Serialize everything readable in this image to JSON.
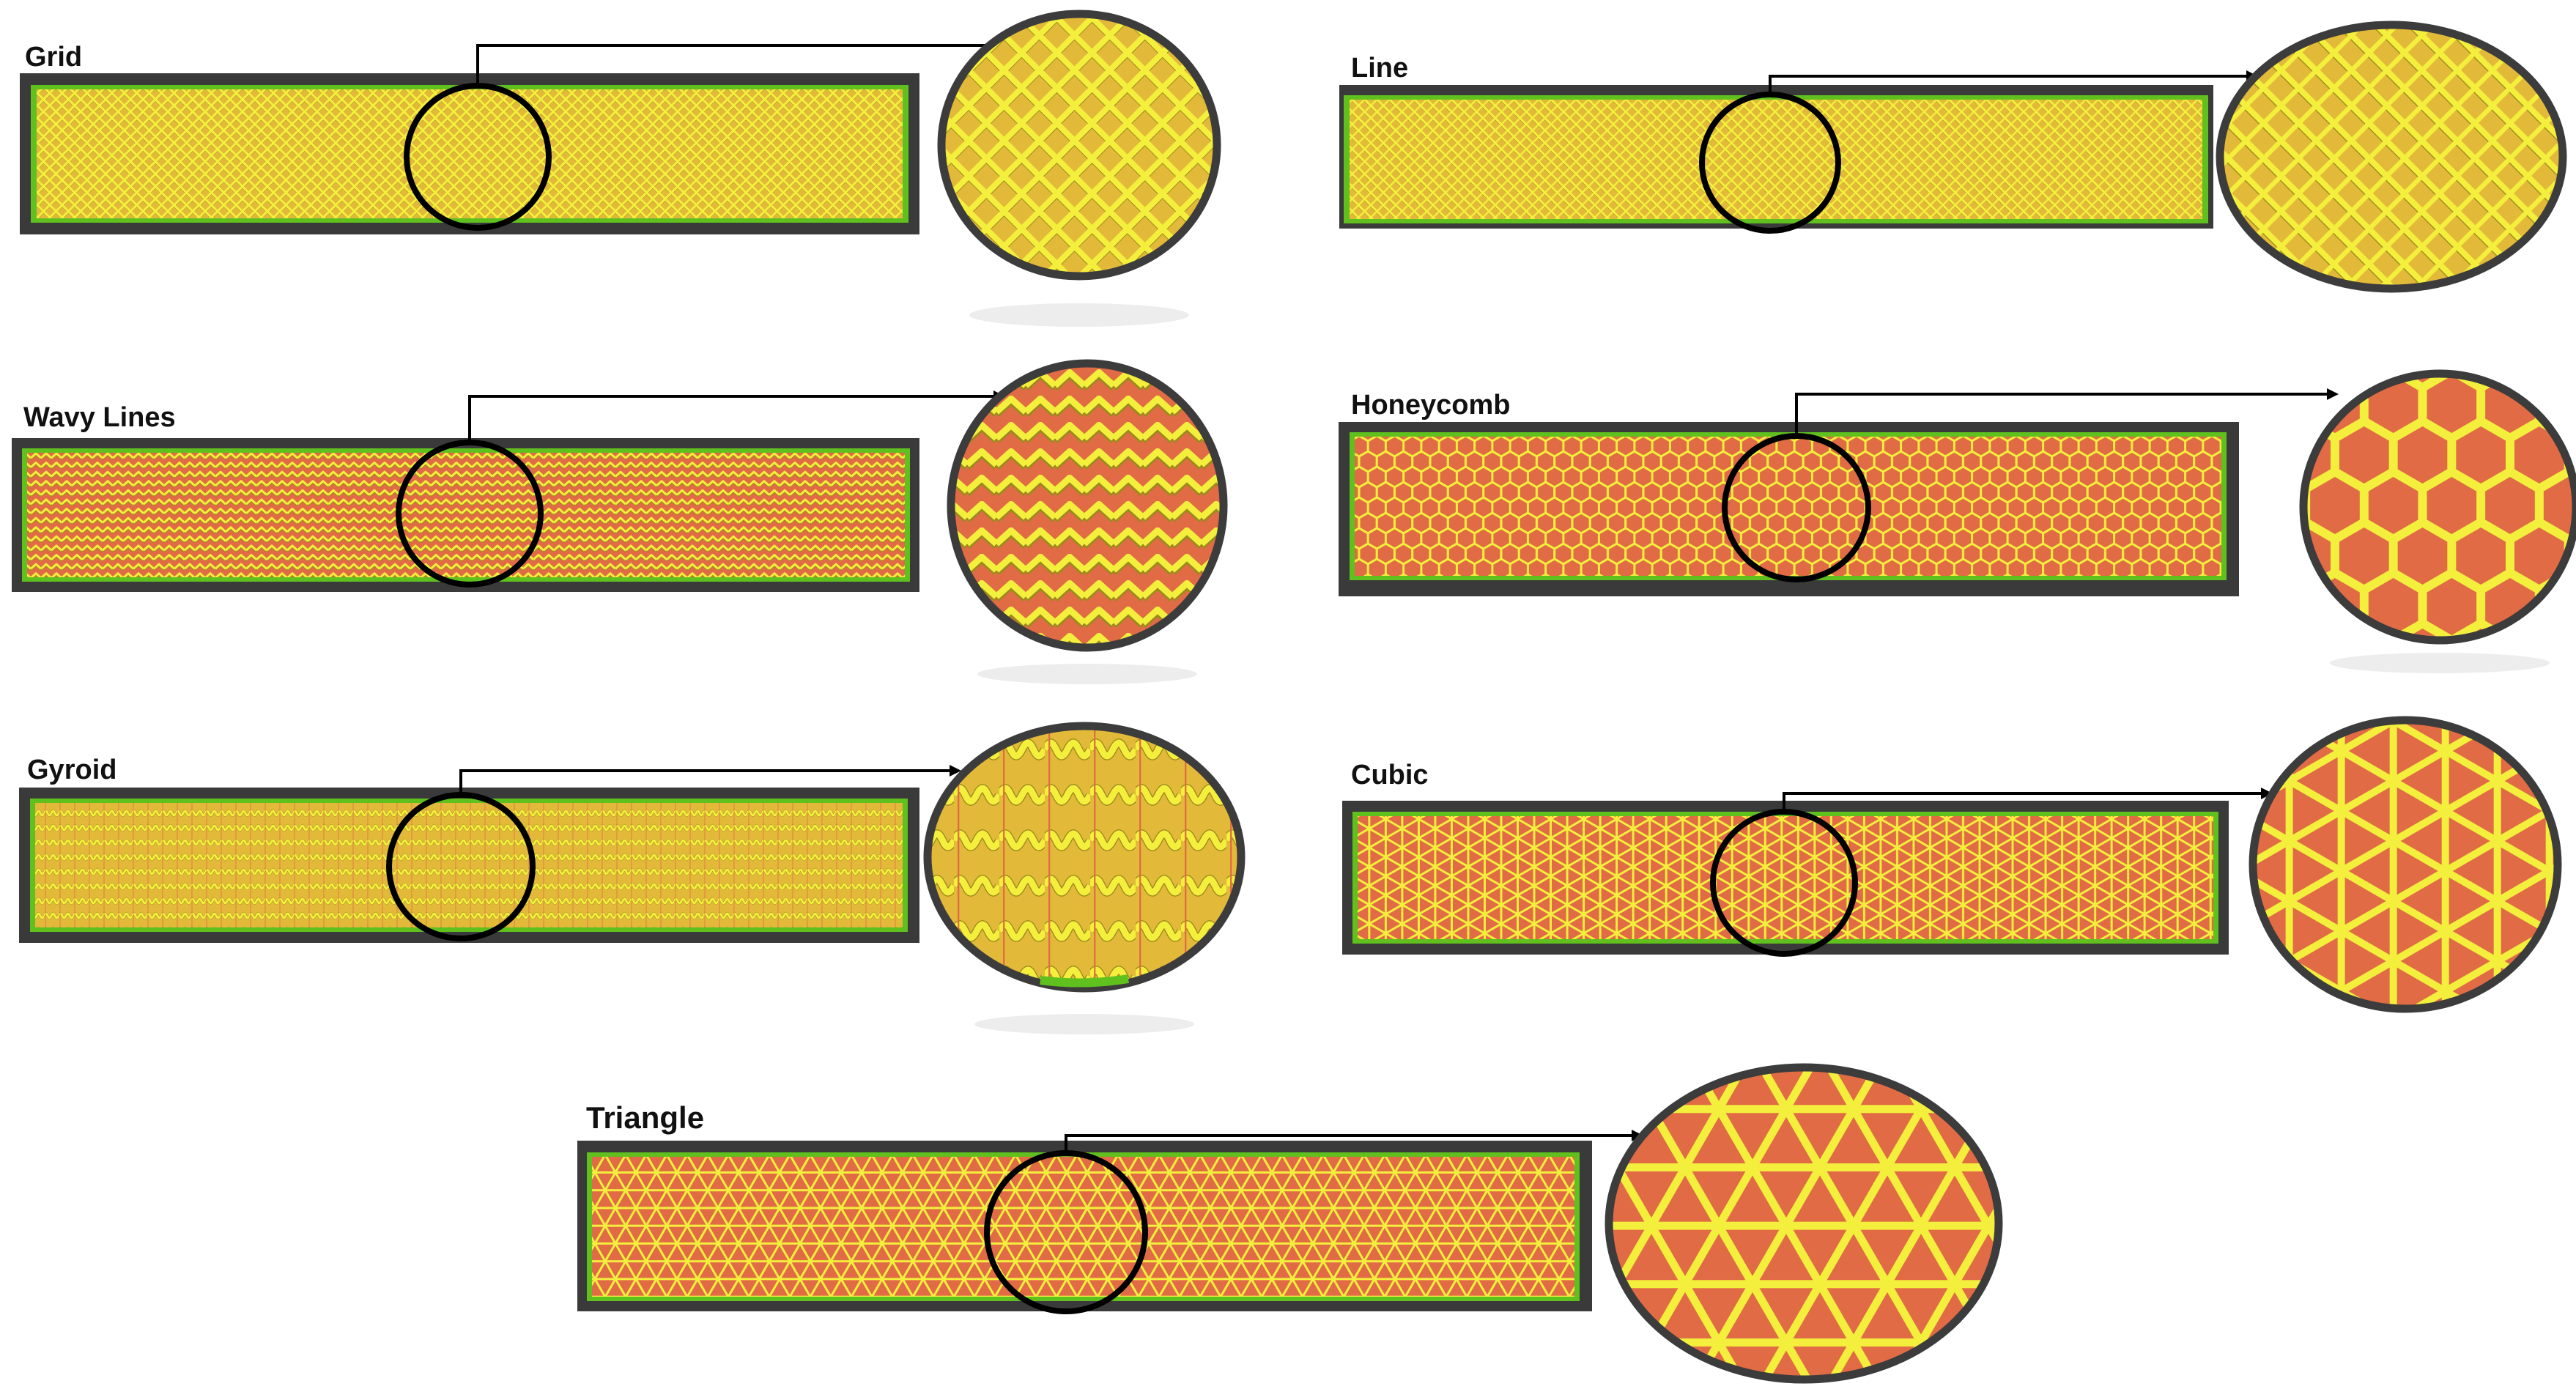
{
  "colors": {
    "frame": "#3a3a3a",
    "infill_base": "#e3b93a",
    "infill_line": "#f4ef3c",
    "infill_shadow": "#9c8a1c",
    "infill_red": "#e06b45",
    "perimeter": "#5fc01e",
    "magnifier_ring": "#000000",
    "zoom_border": "#3c3c3c"
  },
  "panels": [
    {
      "id": "grid",
      "label": "Grid",
      "pattern": "grid"
    },
    {
      "id": "line",
      "label": "Line",
      "pattern": "line"
    },
    {
      "id": "wavy-lines",
      "label": "Wavy Lines",
      "pattern": "wavy"
    },
    {
      "id": "honeycomb",
      "label": "Honeycomb",
      "pattern": "honeycomb"
    },
    {
      "id": "gyroid",
      "label": "Gyroid",
      "pattern": "gyroid"
    },
    {
      "id": "cubic",
      "label": "Cubic",
      "pattern": "cubic"
    },
    {
      "id": "triangle",
      "label": "Triangle",
      "pattern": "triangle"
    }
  ]
}
